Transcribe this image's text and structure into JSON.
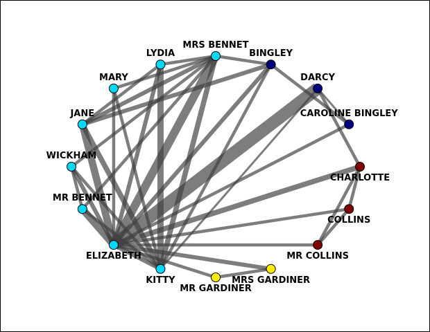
{
  "chart_data": {
    "type": "network",
    "layout": "circular",
    "edge_color": "#404040",
    "node_outline": "#000000",
    "groups": [
      {
        "color": "#00d8f8"
      },
      {
        "color": "#00007f"
      },
      {
        "color": "#7f0000"
      },
      {
        "color": "#ffee00"
      }
    ],
    "nodes": [
      {
        "id": "mrs_bennet",
        "label": "MRS BENNET",
        "group": 0
      },
      {
        "id": "bingley",
        "label": "BINGLEY",
        "group": 1
      },
      {
        "id": "darcy",
        "label": "DARCY",
        "group": 1
      },
      {
        "id": "caroline",
        "label": "CAROLINE BINGLEY",
        "group": 1
      },
      {
        "id": "charlotte",
        "label": "CHARLOTTE",
        "group": 2
      },
      {
        "id": "collins",
        "label": "COLLINS",
        "group": 2
      },
      {
        "id": "mr_collins",
        "label": "MR COLLINS",
        "group": 2
      },
      {
        "id": "mrs_gardiner",
        "label": "MRS GARDINER",
        "group": 3
      },
      {
        "id": "mr_gardiner",
        "label": "MR GARDINER",
        "group": 3
      },
      {
        "id": "kitty",
        "label": "KITTY",
        "group": 0
      },
      {
        "id": "elizabeth",
        "label": "ELIZABETH",
        "group": 0
      },
      {
        "id": "mr_bennet",
        "label": "MR BENNET",
        "group": 0
      },
      {
        "id": "wickham",
        "label": "WICKHAM",
        "group": 0
      },
      {
        "id": "jane",
        "label": "JANE",
        "group": 0
      },
      {
        "id": "mary",
        "label": "MARY",
        "group": 0
      },
      {
        "id": "lydia",
        "label": "LYDIA",
        "group": 0
      }
    ],
    "edges": [
      {
        "source": "elizabeth",
        "target": "darcy",
        "weight": 12
      },
      {
        "source": "elizabeth",
        "target": "mrs_bennet",
        "weight": 8
      },
      {
        "source": "elizabeth",
        "target": "jane",
        "weight": 7
      },
      {
        "source": "elizabeth",
        "target": "mr_bennet",
        "weight": 7
      },
      {
        "source": "kitty",
        "target": "lydia",
        "weight": 6
      },
      {
        "source": "kitty",
        "target": "mrs_bennet",
        "weight": 5
      },
      {
        "source": "elizabeth",
        "target": "charlotte",
        "weight": 5
      },
      {
        "source": "kitty",
        "target": "jane",
        "weight": 5
      },
      {
        "source": "elizabeth",
        "target": "bingley",
        "weight": 4
      },
      {
        "source": "elizabeth",
        "target": "wickham",
        "weight": 4
      },
      {
        "source": "elizabeth",
        "target": "kitty",
        "weight": 4
      },
      {
        "source": "jane",
        "target": "bingley",
        "weight": 4
      },
      {
        "source": "jane",
        "target": "mrs_bennet",
        "weight": 4
      },
      {
        "source": "elizabeth",
        "target": "lydia",
        "weight": 4
      },
      {
        "source": "elizabeth",
        "target": "mrs_gardiner",
        "weight": 4
      },
      {
        "source": "jane",
        "target": "lydia",
        "weight": 3
      },
      {
        "source": "kitty",
        "target": "mary",
        "weight": 3
      },
      {
        "source": "elizabeth",
        "target": "caroline",
        "weight": 3
      },
      {
        "source": "elizabeth",
        "target": "collins",
        "weight": 3
      },
      {
        "source": "charlotte",
        "target": "collins",
        "weight": 3
      },
      {
        "source": "charlotte",
        "target": "mr_collins",
        "weight": 3
      },
      {
        "source": "charlotte",
        "target": "darcy",
        "weight": 3
      },
      {
        "source": "bingley",
        "target": "caroline",
        "weight": 3
      },
      {
        "source": "bingley",
        "target": "mrs_bennet",
        "weight": 3
      },
      {
        "source": "mr_bennet",
        "target": "mrs_bennet",
        "weight": 3
      },
      {
        "source": "wickham",
        "target": "mrs_bennet",
        "weight": 3
      },
      {
        "source": "kitty",
        "target": "bingley",
        "weight": 3
      },
      {
        "source": "kitty",
        "target": "mr_bennet",
        "weight": 3
      },
      {
        "source": "elizabeth",
        "target": "mr_collins",
        "weight": 3
      },
      {
        "source": "mrs_gardiner",
        "target": "mr_gardiner",
        "weight": 3
      },
      {
        "source": "lydia",
        "target": "mrs_bennet",
        "weight": 3
      },
      {
        "source": "mary",
        "target": "mrs_bennet",
        "weight": 3
      },
      {
        "source": "mr_collins",
        "target": "collins",
        "weight": 3
      },
      {
        "source": "wickham",
        "target": "kitty",
        "weight": 3
      },
      {
        "source": "mr_bennet",
        "target": "wickham",
        "weight": 3
      },
      {
        "source": "elizabeth",
        "target": "mary",
        "weight": 3
      },
      {
        "source": "elizabeth",
        "target": "mr_gardiner",
        "weight": 3
      },
      {
        "source": "kitty",
        "target": "darcy",
        "weight": 2
      },
      {
        "source": "darcy",
        "target": "caroline",
        "weight": 2
      }
    ]
  }
}
